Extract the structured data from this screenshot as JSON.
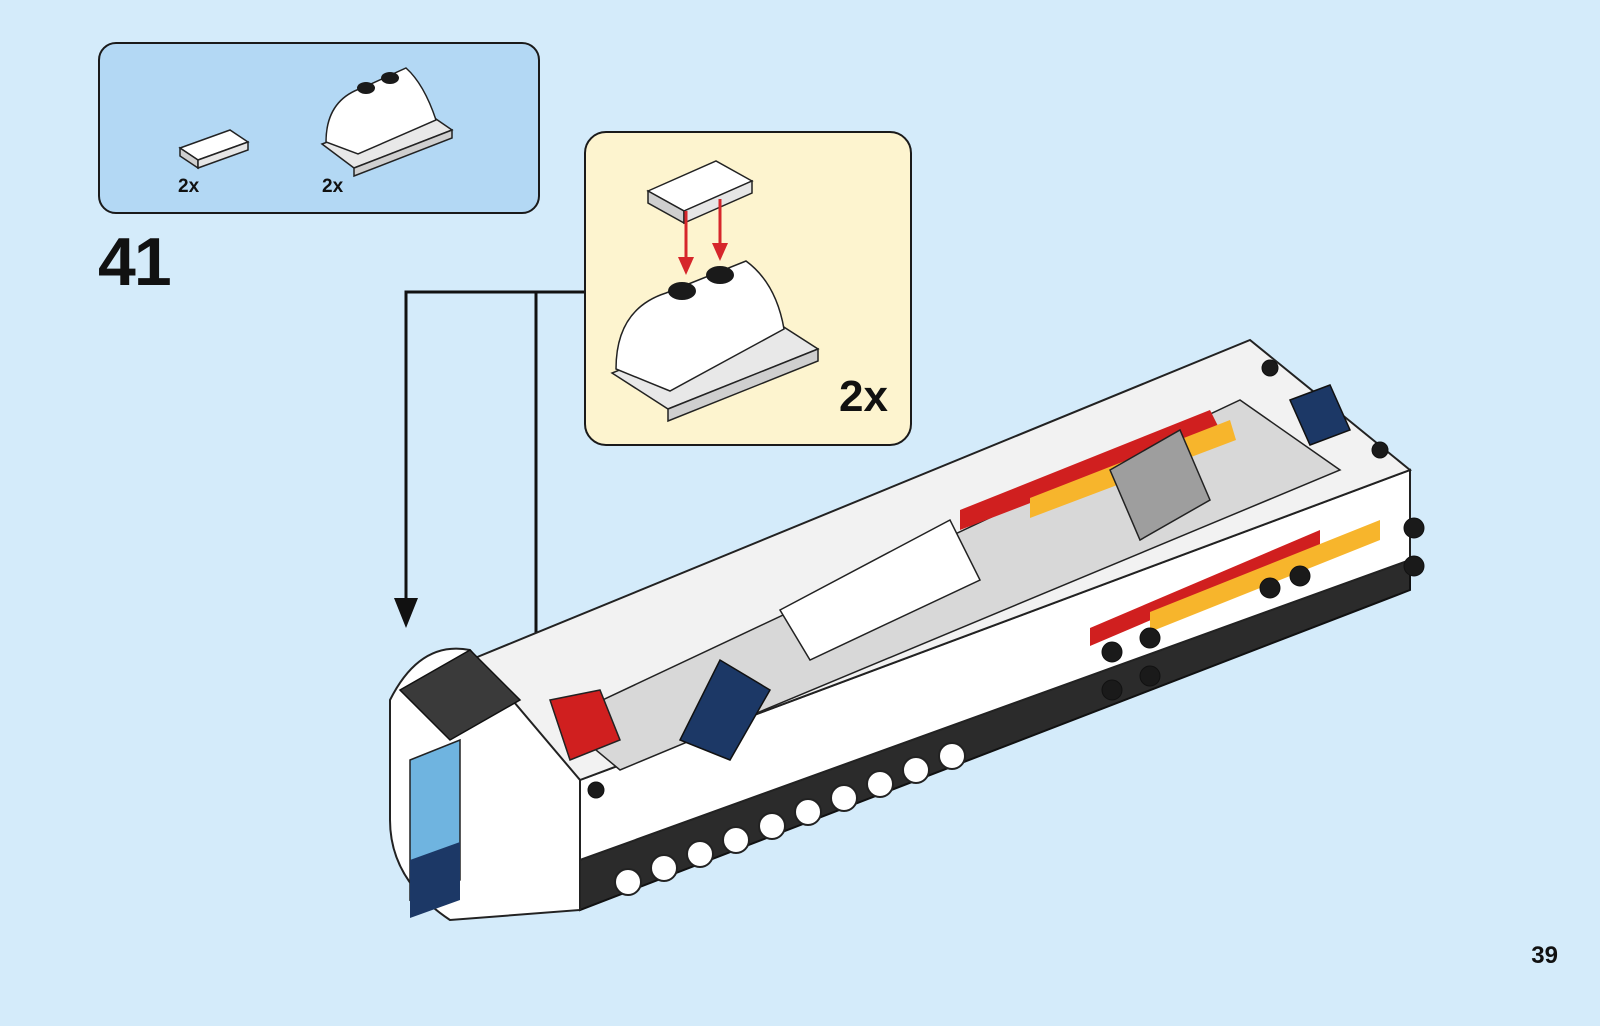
{
  "parts_list": {
    "items": [
      {
        "name": "flat-tile-1x2",
        "quantity": "2x"
      },
      {
        "name": "curved-slope-2x2",
        "quantity": "2x"
      }
    ]
  },
  "step": {
    "number": "41"
  },
  "callout": {
    "quantity": "2x"
  },
  "page": {
    "number": "39"
  },
  "colors": {
    "background": "#d4ebfa",
    "parts_box": "#b3d8f4",
    "callout": "#fdf4cf",
    "arrow_red": "#d6262b",
    "accent_yellow": "#f7b52c",
    "accent_red": "#d01f1f",
    "dark_blue": "#1c3866"
  }
}
